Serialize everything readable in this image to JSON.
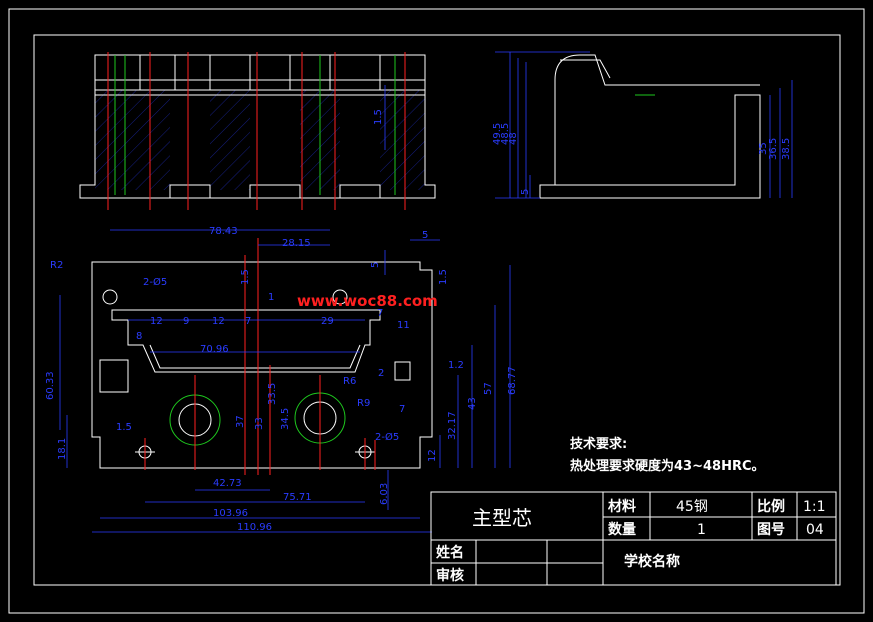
{
  "drawing": {
    "watermark": "www.woc88.com",
    "tech_title": "技术要求:",
    "tech_text": "热处理要求硬度为43~48HRC。",
    "dims_top": [
      "49.5",
      "48.5",
      "48",
      "1.5"
    ],
    "dims_side": [
      "35",
      "36.5",
      "38.5",
      "5"
    ],
    "dims_plan": [
      "78.43",
      "28.15",
      "5",
      "5",
      "R2",
      "2-Ø5",
      "1.5",
      "1.5",
      "1",
      "12",
      "9",
      "12",
      "7",
      "29",
      "7",
      "11",
      "8",
      "70.96",
      "60.33",
      "68.77",
      "57",
      "43",
      "32.17",
      "12",
      "18.1",
      "1.2",
      "R6",
      "R9",
      "2-Ø5",
      "1.5",
      "37",
      "33",
      "33.5",
      "34.5",
      "42.73",
      "75.71",
      "103.96",
      "110.96",
      "6.03",
      "7",
      "2"
    ]
  },
  "title_block": {
    "part_name": "主型芯",
    "material_label": "材料",
    "material_value": "45钢",
    "scale_label": "比例",
    "scale_value": "1:1",
    "qty_label": "数量",
    "qty_value": "1",
    "drawing_no_label": "图号",
    "drawing_no_value": "04",
    "name_label": "姓名",
    "review_label": "审核",
    "school": "学校名称"
  }
}
